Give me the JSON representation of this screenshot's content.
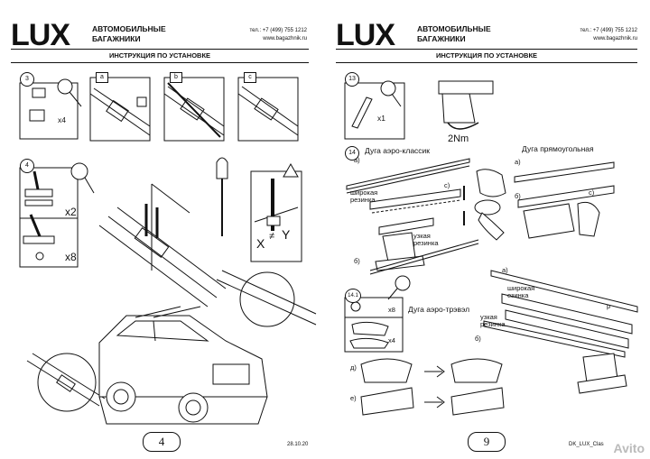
{
  "left_page": {
    "brand": "LUX",
    "brand_sub_1": "АВТОМОБИЛЬНЫЕ",
    "brand_sub_2": "БАГАЖНИКИ",
    "phone": "тел.: +7 (499) 755 1212",
    "site": "www.bagazhnik.ru",
    "title": "ИНСТРУКЦИЯ ПО УСТАНОВКЕ",
    "page_number": "4",
    "date": "28.10.20",
    "steps": {
      "s3": "3",
      "s4": "4",
      "x4": "x4",
      "x2": "x2",
      "x8": "x8",
      "a": "a",
      "b": "b",
      "c": "c",
      "x_label": "X",
      "ne_sign": "≠",
      "y_label": "Y"
    }
  },
  "right_page": {
    "brand": "LUX",
    "brand_sub_1": "АВТОМОБИЛЬНЫЕ",
    "brand_sub_2": "БАГАЖНИКИ",
    "phone": "тел.: +7 (499) 755 1212",
    "site": "www.bagazhnik.ru",
    "title": "ИНСТРУКЦИЯ ПО УСТАНОВКЕ",
    "page_number": "9",
    "footer_code": "DK_LUX_Clas",
    "steps": {
      "s13": "13",
      "s14": "14",
      "s141": "14.1",
      "x1": "x1",
      "torque": "2Nm",
      "aero_classic": "Дуга аэро-классик",
      "rect": "Дуга прямоугольная",
      "aero_travel": "Дуга аэро-трэвэл",
      "a": "а)",
      "b": "б)",
      "c": "с)",
      "d": "д)",
      "e": "е)",
      "wide_rubber_1": "широкая",
      "wide_rubber_2": "резинка",
      "narrow_rubber_1": "узкая",
      "narrow_rubber_2": "резинка",
      "wide_rubber_3": "широкая",
      "wide_rubber_4": "езинка",
      "narrow_rubber_3": "узкая",
      "narrow_rubber_4": "резинка",
      "x8": "x8",
      "x4": "x4",
      "p": "р"
    }
  },
  "watermark": "Avito"
}
